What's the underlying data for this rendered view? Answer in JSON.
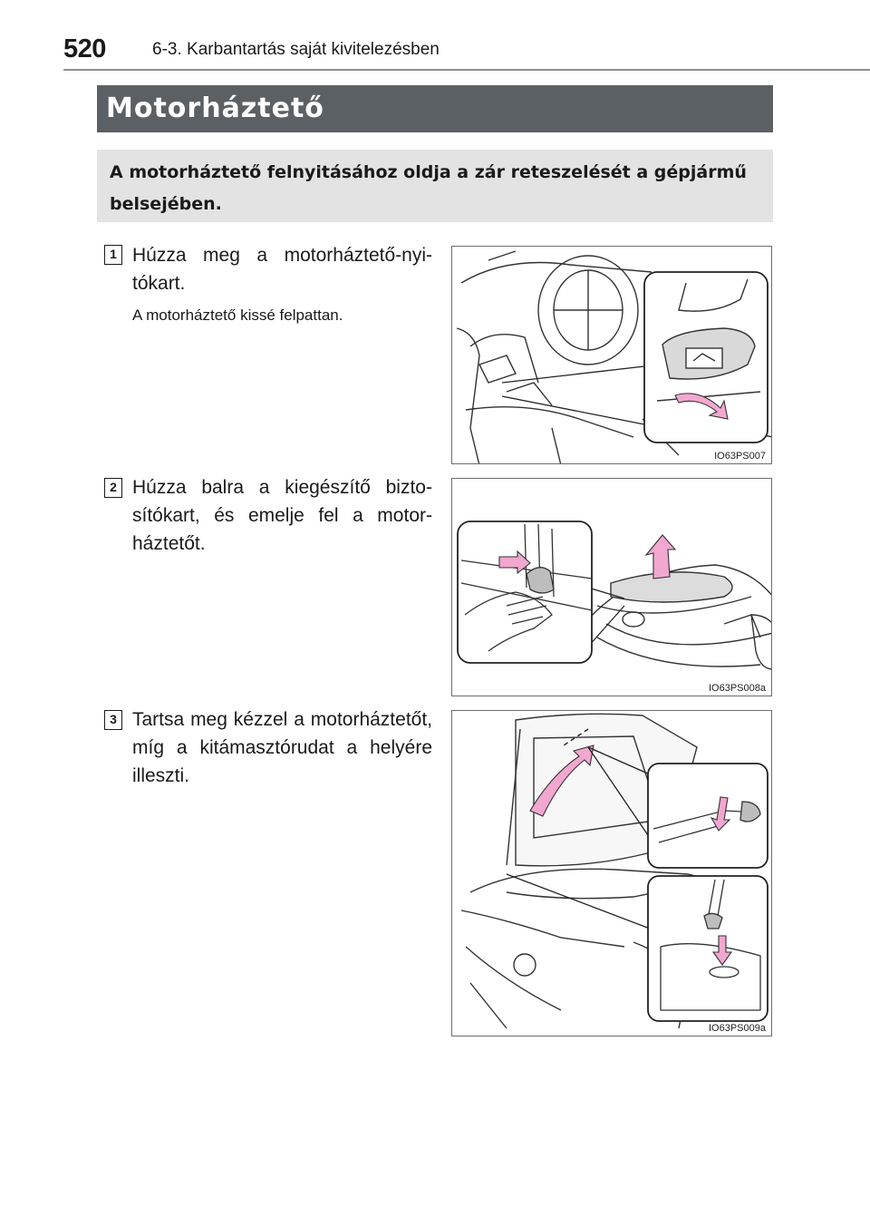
{
  "header": {
    "page_number": "520",
    "section": "6-3. Karbantartás saját kivitelezésben"
  },
  "title": "Motorháztető",
  "intro": "A motorháztető felnyitásához oldja a zár reteszelését a gépjármű belsejében.",
  "steps": [
    {
      "number": "1",
      "text": "Húzza meg a motorháztető-nyi­tókart.",
      "note": "A motorháztető kissé felpattan.",
      "figure_code": "IO63PS007"
    },
    {
      "number": "2",
      "text": "Húzza balra a kiegészítő bizto­sítókart, és emelje fel a motor­háztetőt.",
      "figure_code": "IO63PS008a"
    },
    {
      "number": "3",
      "text": "Tartsa meg kézzel a motorház­tetőt, míg a kitámasztórudat a helyére illeszti.",
      "figure_code": "IO63PS009a"
    }
  ],
  "colors": {
    "title_bar": "#5b6065",
    "intro_bg": "#e3e3e3",
    "arrow_pink": "#f2a7d0"
  }
}
